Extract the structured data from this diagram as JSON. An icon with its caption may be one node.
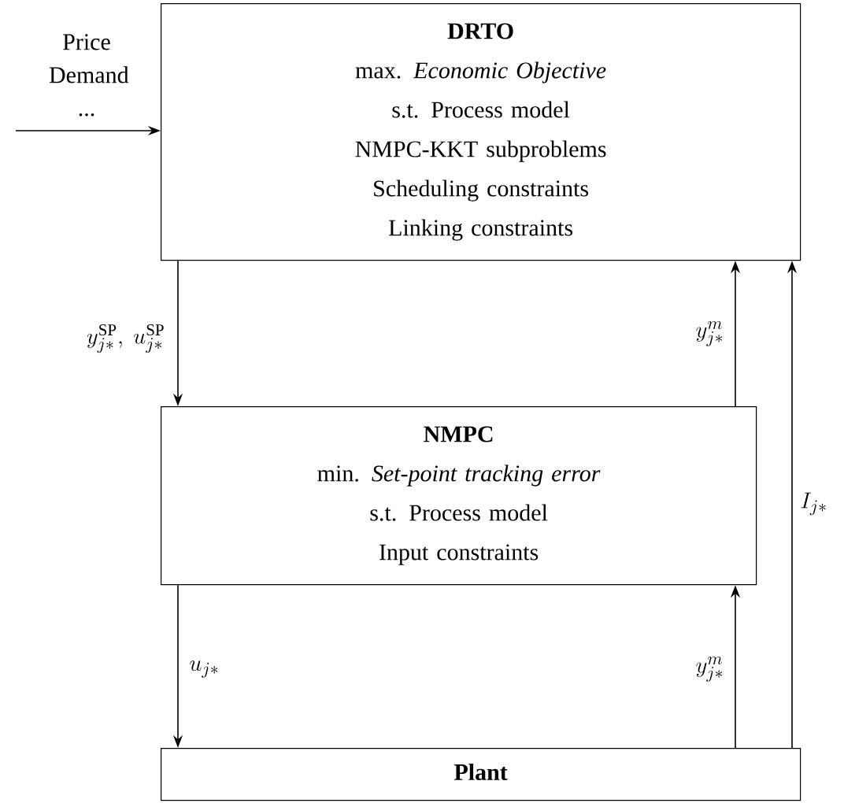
{
  "diagram": {
    "nodes": [
      {
        "text": [
          "DRTO",
          "max. *Economic Objective*",
          "s.t. Process model",
          "NMPC-KKT subproblems",
          "Scheduling constraints",
          "Linking constraints"
        ]
      },
      {
        "text": [
          "NMPC",
          "min. *Set-point tracking error*",
          "s.t. Process model",
          "Input constraints"
        ]
      },
      {
        "text": [
          "Plant"
        ]
      }
    ],
    "edges": [
      {
        "from": null,
        "to": 0,
        "arrow": "to",
        "label": "Price Demand ..."
      },
      {
        "from": 0,
        "to": 1,
        "arrow": "to",
        "label": "y^{\\mathrm{SP}}_{j*},\\ u^{\\mathrm{SP}}_{j*}"
      },
      {
        "from": 1,
        "to": 0,
        "arrow": "to",
        "label": "y^{m}_{j*}"
      },
      {
        "from": 1,
        "to": 2,
        "arrow": "to",
        "label": "u_{j*}"
      },
      {
        "from": 2,
        "to": 1,
        "arrow": "to",
        "label": "y^{m}_{j*}"
      },
      {
        "from": 2,
        "to": 0,
        "arrow": "to",
        "label": "I_{j*}"
      }
    ]
  }
}
